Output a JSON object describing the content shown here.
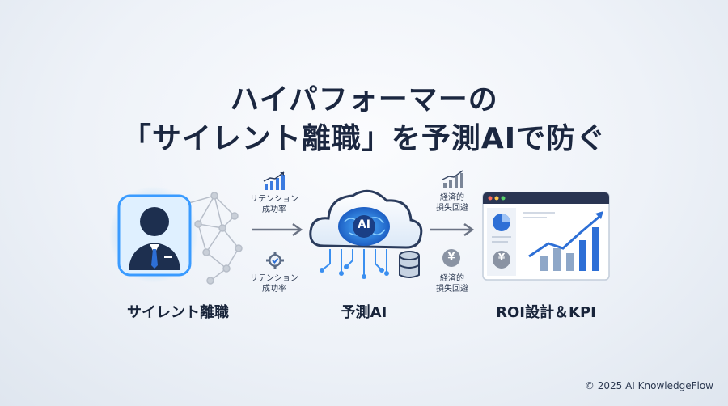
{
  "title": {
    "line1": "ハイパフォーマーの",
    "line2": "「サイレント離職」を予測AIで防ぐ"
  },
  "stages": [
    {
      "label": "サイレント離職",
      "icon": "person-network-icon"
    },
    {
      "label": "予測AI",
      "icon": "ai-cloud-brain-icon",
      "badge": "AI"
    },
    {
      "label": "ROI設計＆KPI",
      "icon": "dashboard-chart-icon"
    }
  ],
  "arrow1": {
    "top_label": [
      "リテンション",
      "成功率"
    ],
    "bottom_label": [
      "リテンション",
      "成功率"
    ]
  },
  "arrow2": {
    "top_label": [
      "経済的",
      "損失回避"
    ],
    "bottom_label": [
      "経済的",
      "損失回避"
    ],
    "yen": "¥"
  },
  "dashboard": {
    "yen": "¥"
  },
  "copyright": "© 2025 AI KnowledgeFlow",
  "colors": {
    "accent": "#2d6fd6",
    "dark": "#1b2740",
    "glow": "#4aa8ff"
  }
}
